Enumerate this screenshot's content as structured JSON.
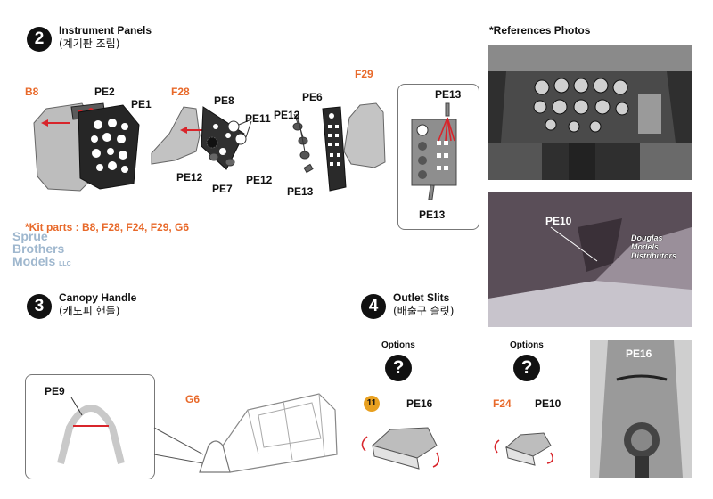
{
  "step2": {
    "number": "2",
    "title": "Instrument Panels",
    "subtitle": "(계기판 조립)"
  },
  "step3": {
    "number": "3",
    "title": "Canopy Handle",
    "subtitle": "(캐노피 핸들)"
  },
  "step4": {
    "number": "4",
    "title": "Outlet Slits",
    "subtitle": "(배출구 슬릿)"
  },
  "references": {
    "title": "*References Photos",
    "photo2_label": "PE10",
    "photo3_label": "PE16"
  },
  "watermark_right": {
    "line1": "Douglas",
    "line2": "Models",
    "line3": "Distributors"
  },
  "watermark_left": {
    "line1": "Sprue",
    "line2": "Brothers",
    "line3": "Models",
    "suffix": "LLC"
  },
  "kit_parts": "*Kit parts : B8, F28, F24, F29, G6",
  "labels": {
    "b8": "B8",
    "pe2": "PE2",
    "pe1": "PE1",
    "f28": "F28",
    "pe8": "PE8",
    "pe11": "PE11",
    "pe12_a": "PE12",
    "pe7": "PE7",
    "pe12_b": "PE12",
    "pe6": "PE6",
    "pe12_c": "PE12",
    "pe13_a": "PE13",
    "f29": "F29",
    "pe13_b": "PE13",
    "pe13_c": "PE13",
    "pe9": "PE9",
    "g6": "G6",
    "pe16": "PE16",
    "f24": "F24",
    "pe10": "PE10",
    "options_left": "Options",
    "options_right": "Options",
    "q_left": "?",
    "q_right": "?",
    "eleven": "11"
  },
  "colors": {
    "accent": "#e8692a",
    "arrow": "#d8252b",
    "part_gray": "#b9b9b9"
  }
}
